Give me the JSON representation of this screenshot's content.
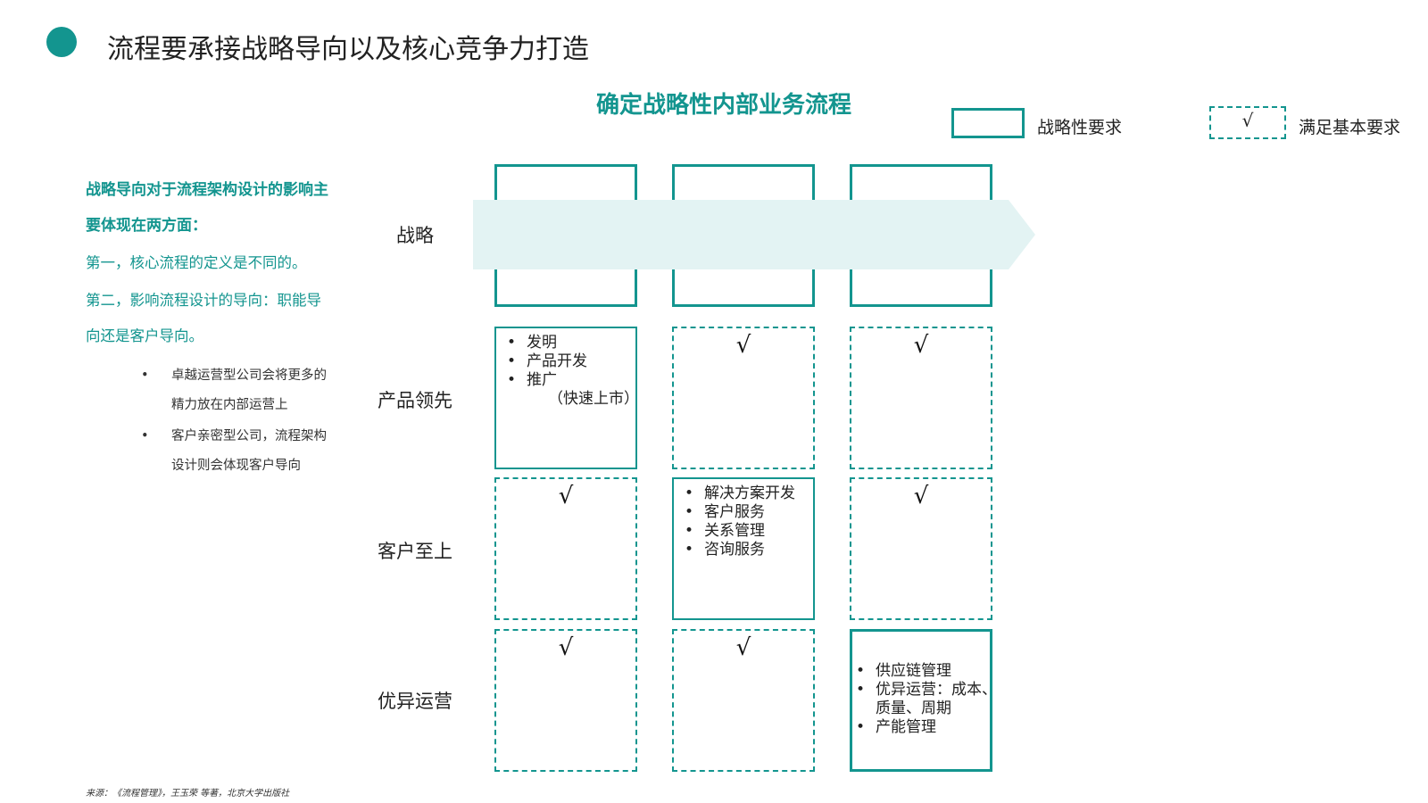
{
  "page_title": "流程要承接战略导向以及核心竞争力打造",
  "diagram_title": "确定战略性内部业务流程",
  "legend": {
    "strategic_label": "战略性要求",
    "basic_label": "满足基本要求",
    "basic_symbol": "√"
  },
  "left_panel": {
    "heading": "战略导向对于流程架构设计的影响主要体现在两方面：",
    "point_1": "第一，核心流程的定义是不同的。",
    "point_2": "第二，影响流程设计的导向：职能导向还是客户导向。",
    "bullets": [
      "卓越运营型公司会将更多的精力放在内部运营上",
      "客户亲密型公司，流程架构设计则会体现客户导向"
    ],
    "bullet_symbol": "•"
  },
  "rows": {
    "strategy": "战略",
    "product": "产品领先",
    "customer": "客户至上",
    "operations": "优异运营"
  },
  "cells": {
    "product_col1": [
      "发明",
      "产品开发",
      "推广",
      "（快速上市）"
    ],
    "customer_col2": [
      "解决方案开发",
      "客户服务",
      "关系管理",
      "咨询服务"
    ],
    "operations_col3": [
      "供应链管理",
      "优异运营：成本、",
      "质量、周期",
      "产能管理"
    ],
    "check": "√"
  },
  "source": "来源：《流程管理》，王玉荣 等著，北京大学出版社",
  "colors": {
    "accent": "#13958f",
    "band": "#e3f3f3"
  }
}
